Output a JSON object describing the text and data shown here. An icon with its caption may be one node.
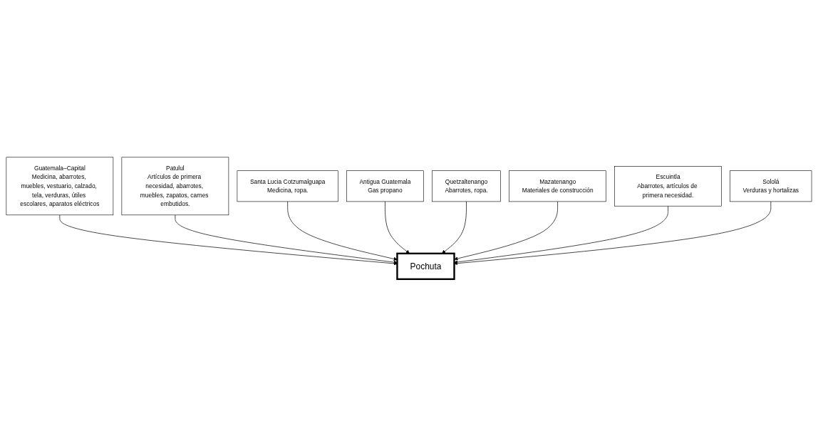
{
  "diagram": {
    "nodes": [
      {
        "text": [
          "Guatemala–Capital",
          "Medicina, abarrotes, muebles, vestuario, calzado, tela, verduras, útiles escolares, aparatos eléctricos"
        ]
      },
      {
        "text": [
          "Patulul",
          "Artículos de primera necesidad, abarrotes, muebles, zapatos, carnes embutidos."
        ]
      },
      {
        "text": [
          "Santa Lucia Cotzumalguapa",
          "Medicina, ropa."
        ]
      },
      {
        "text": [
          "Antigua Guatemala",
          "Gas propano"
        ]
      },
      {
        "text": [
          "Pochuta"
        ]
      },
      {
        "text": [
          "Quetzaltenango",
          "Abarrotes, ropa."
        ]
      },
      {
        "text": [
          "Mazatenango",
          "Materiales de construcción"
        ]
      },
      {
        "text": [
          "Escuintla",
          "Abarrotes, artículos de primera necesidad."
        ]
      },
      {
        "text": [
          "Sololá",
          "Verduras y hortalizas"
        ]
      }
    ],
    "edges": [
      {
        "from": 0,
        "to": 4,
        "arrow": "to"
      },
      {
        "from": 1,
        "to": 4,
        "arrow": "to"
      },
      {
        "from": 2,
        "to": 4,
        "arrow": "to"
      },
      {
        "from": 3,
        "to": 4,
        "arrow": "to"
      },
      {
        "from": 5,
        "to": 4,
        "arrow": "to"
      },
      {
        "from": 6,
        "to": 4,
        "arrow": "to"
      },
      {
        "from": 7,
        "to": 4,
        "arrow": "to"
      },
      {
        "from": 8,
        "to": 4,
        "arrow": "to"
      }
    ]
  }
}
